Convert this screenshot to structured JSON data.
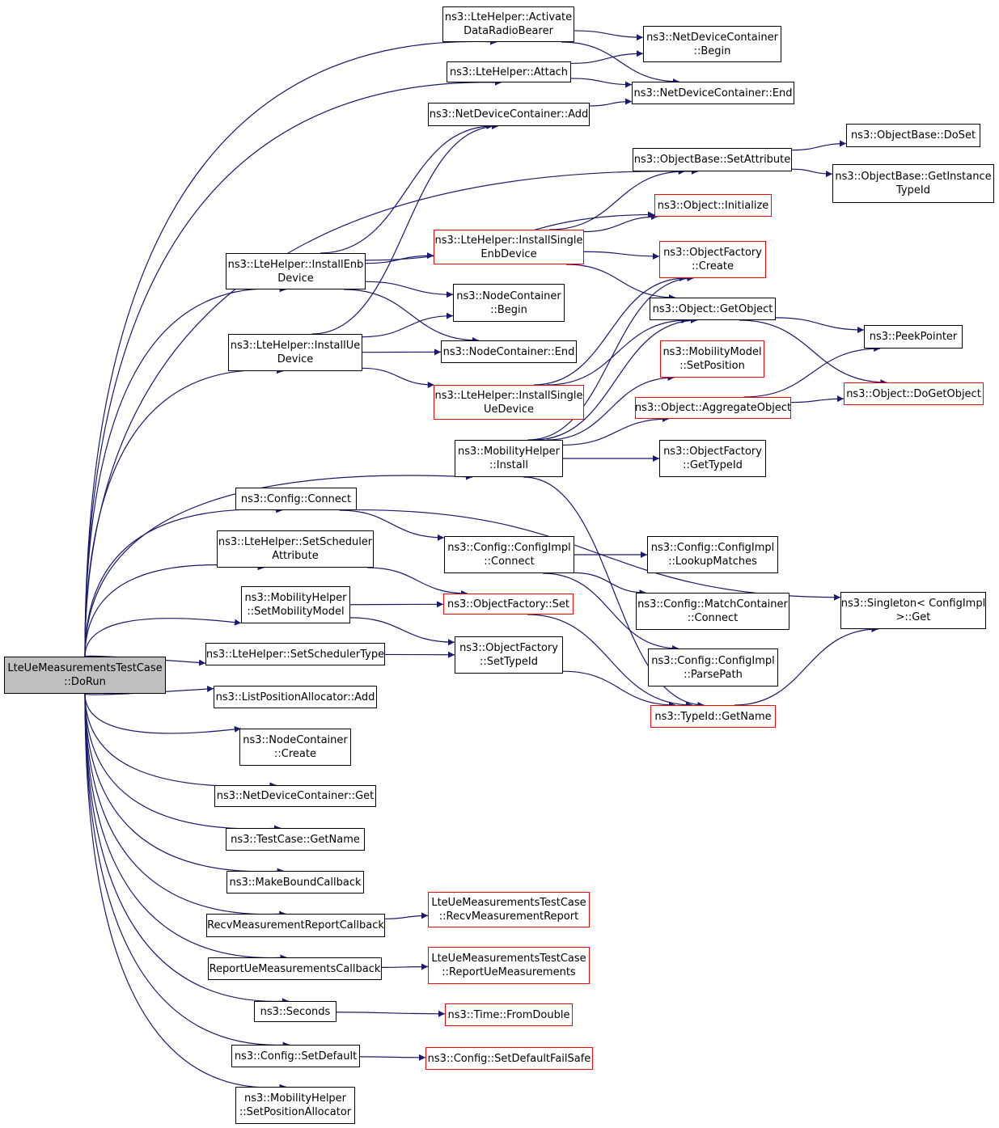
{
  "colors": {
    "edge": "#191970",
    "border": "#000000",
    "red_border": "#ff0000",
    "root_fill": "#bfbfbf"
  },
  "nodes": {
    "root": {
      "lines": [
        "LteUeMeasurementsTestCase",
        "::DoRun"
      ],
      "style": "root"
    },
    "activate": {
      "lines": [
        "ns3::LteHelper::Activate",
        "DataRadioBearer"
      ]
    },
    "attach": {
      "lines": [
        "ns3::LteHelper::Attach"
      ]
    },
    "ndc_add": {
      "lines": [
        "ns3::NetDeviceContainer::Add"
      ]
    },
    "ndc_begin": {
      "lines": [
        "ns3::NetDeviceContainer",
        "::Begin"
      ]
    },
    "ndc_end": {
      "lines": [
        "ns3::NetDeviceContainer::End"
      ]
    },
    "ob_setattr": {
      "lines": [
        "ns3::ObjectBase::SetAttribute"
      ]
    },
    "ob_doset": {
      "lines": [
        "ns3::ObjectBase::DoSet"
      ]
    },
    "ob_getinst": {
      "lines": [
        "ns3::ObjectBase::GetInstance",
        "TypeId"
      ]
    },
    "obj_init": {
      "lines": [
        "ns3::Object::Initialize"
      ],
      "style": "red"
    },
    "install_enb": {
      "lines": [
        "ns3::LteHelper::InstallEnb",
        "Device"
      ]
    },
    "install_single_enb": {
      "lines": [
        "ns3::LteHelper::InstallSingle",
        "EnbDevice"
      ],
      "style": "red"
    },
    "of_create": {
      "lines": [
        "ns3::ObjectFactory",
        "::Create"
      ],
      "style": "red"
    },
    "nc_begin": {
      "lines": [
        "ns3::NodeContainer",
        "::Begin"
      ]
    },
    "obj_getobject": {
      "lines": [
        "ns3::Object::GetObject"
      ]
    },
    "peek": {
      "lines": [
        "ns3::PeekPointer"
      ]
    },
    "install_ue": {
      "lines": [
        "ns3::LteHelper::InstallUe",
        "Device"
      ]
    },
    "nc_end": {
      "lines": [
        "ns3::NodeContainer::End"
      ]
    },
    "mm_setpos": {
      "lines": [
        "ns3::MobilityModel",
        "::SetPosition"
      ],
      "style": "red"
    },
    "install_single_ue": {
      "lines": [
        "ns3::LteHelper::InstallSingle",
        "UeDevice"
      ],
      "style": "red"
    },
    "obj_aggregate": {
      "lines": [
        "ns3::Object::AggregateObject"
      ],
      "style": "red"
    },
    "obj_dogetobject": {
      "lines": [
        "ns3::Object::DoGetObject"
      ],
      "style": "red"
    },
    "mh_install": {
      "lines": [
        "ns3::MobilityHelper",
        "::Install"
      ]
    },
    "of_gettypeid": {
      "lines": [
        "ns3::ObjectFactory",
        "::GetTypeId"
      ]
    },
    "config_connect": {
      "lines": [
        "ns3::Config::Connect"
      ]
    },
    "lte_setsched_attr": {
      "lines": [
        "ns3::LteHelper::SetScheduler",
        "Attribute"
      ]
    },
    "configimpl_connect": {
      "lines": [
        "ns3::Config::ConfigImpl",
        "::Connect"
      ]
    },
    "lookup_matches": {
      "lines": [
        "ns3::Config::ConfigImpl",
        "::LookupMatches"
      ]
    },
    "mh_setmobmodel": {
      "lines": [
        "ns3::MobilityHelper",
        "::SetMobilityModel"
      ]
    },
    "of_set": {
      "lines": [
        "ns3::ObjectFactory::Set"
      ],
      "style": "red"
    },
    "match_connect": {
      "lines": [
        "ns3::Config::MatchContainer",
        "::Connect"
      ]
    },
    "singleton_get": {
      "lines": [
        "ns3::Singleton< ConfigImpl",
        " >::Get"
      ]
    },
    "lte_setsched_type": {
      "lines": [
        "ns3::LteHelper::SetSchedulerType"
      ]
    },
    "of_settypeid": {
      "lines": [
        "ns3::ObjectFactory",
        "::SetTypeId"
      ]
    },
    "parse_path": {
      "lines": [
        "ns3::Config::ConfigImpl",
        "::ParsePath"
      ]
    },
    "lpa_add": {
      "lines": [
        "ns3::ListPositionAllocator::Add"
      ]
    },
    "typeid_getname": {
      "lines": [
        "ns3::TypeId::GetName"
      ],
      "style": "red"
    },
    "nc_create": {
      "lines": [
        "ns3::NodeContainer",
        "::Create"
      ]
    },
    "ndc_get": {
      "lines": [
        "ns3::NetDeviceContainer::Get"
      ]
    },
    "tc_getname": {
      "lines": [
        "ns3::TestCase::GetName"
      ]
    },
    "make_bound": {
      "lines": [
        "ns3::MakeBoundCallback"
      ]
    },
    "recv_cb": {
      "lines": [
        "RecvMeasurementReportCallback"
      ]
    },
    "recv_report": {
      "lines": [
        "LteUeMeasurementsTestCase",
        "::RecvMeasurementReport"
      ],
      "style": "red"
    },
    "report_cb": {
      "lines": [
        "ReportUeMeasurementsCallback"
      ]
    },
    "report_meas": {
      "lines": [
        "LteUeMeasurementsTestCase",
        "::ReportUeMeasurements"
      ],
      "style": "red"
    },
    "seconds": {
      "lines": [
        "ns3::Seconds"
      ]
    },
    "time_fromdouble": {
      "lines": [
        "ns3::Time::FromDouble"
      ],
      "style": "red"
    },
    "config_setdefault": {
      "lines": [
        "ns3::Config::SetDefault"
      ]
    },
    "config_setdefault_fs": {
      "lines": [
        "ns3::Config::SetDefaultFailSafe"
      ],
      "style": "red"
    },
    "mh_setposalloc": {
      "lines": [
        "ns3::MobilityHelper",
        "::SetPositionAllocator"
      ]
    }
  },
  "edges": [
    [
      "root",
      "activate"
    ],
    [
      "root",
      "attach"
    ],
    [
      "root",
      "ob_setattr"
    ],
    [
      "root",
      "install_enb"
    ],
    [
      "root",
      "install_ue"
    ],
    [
      "root",
      "mh_install"
    ],
    [
      "root",
      "config_connect"
    ],
    [
      "root",
      "lte_setsched_attr"
    ],
    [
      "root",
      "mh_setmobmodel"
    ],
    [
      "root",
      "lte_setsched_type"
    ],
    [
      "root",
      "lpa_add"
    ],
    [
      "root",
      "nc_create"
    ],
    [
      "root",
      "ndc_get"
    ],
    [
      "root",
      "tc_getname"
    ],
    [
      "root",
      "make_bound"
    ],
    [
      "root",
      "recv_cb"
    ],
    [
      "root",
      "report_cb"
    ],
    [
      "root",
      "seconds"
    ],
    [
      "root",
      "config_setdefault"
    ],
    [
      "root",
      "mh_setposalloc"
    ],
    [
      "activate",
      "ndc_begin"
    ],
    [
      "activate",
      "ndc_end"
    ],
    [
      "attach",
      "ndc_begin"
    ],
    [
      "attach",
      "ndc_end"
    ],
    [
      "ndc_add",
      "ndc_end"
    ],
    [
      "ob_setattr",
      "ob_doset"
    ],
    [
      "ob_setattr",
      "ob_getinst"
    ],
    [
      "install_enb",
      "ndc_add"
    ],
    [
      "install_enb",
      "obj_init"
    ],
    [
      "install_enb",
      "install_single_enb"
    ],
    [
      "install_enb",
      "nc_begin"
    ],
    [
      "install_enb",
      "nc_end"
    ],
    [
      "install_single_enb",
      "ob_setattr"
    ],
    [
      "install_single_enb",
      "obj_init"
    ],
    [
      "install_single_enb",
      "of_create"
    ],
    [
      "install_single_enb",
      "obj_getobject"
    ],
    [
      "install_ue",
      "ndc_add"
    ],
    [
      "install_ue",
      "nc_begin"
    ],
    [
      "install_ue",
      "nc_end"
    ],
    [
      "install_ue",
      "install_single_ue"
    ],
    [
      "install_single_ue",
      "of_create"
    ],
    [
      "install_single_ue",
      "obj_getobject"
    ],
    [
      "obj_getobject",
      "peek"
    ],
    [
      "obj_getobject",
      "obj_dogetobject"
    ],
    [
      "obj_aggregate",
      "peek"
    ],
    [
      "obj_aggregate",
      "obj_dogetobject"
    ],
    [
      "mh_install",
      "of_create"
    ],
    [
      "mh_install",
      "obj_getobject"
    ],
    [
      "mh_install",
      "mm_setpos"
    ],
    [
      "mh_install",
      "obj_aggregate"
    ],
    [
      "mh_install",
      "of_gettypeid"
    ],
    [
      "mh_install",
      "typeid_getname"
    ],
    [
      "config_connect",
      "configimpl_connect"
    ],
    [
      "config_connect",
      "singleton_get"
    ],
    [
      "configimpl_connect",
      "lookup_matches"
    ],
    [
      "configimpl_connect",
      "match_connect"
    ],
    [
      "configimpl_connect",
      "parse_path"
    ],
    [
      "lte_setsched_attr",
      "of_set"
    ],
    [
      "mh_setmobmodel",
      "of_set"
    ],
    [
      "mh_setmobmodel",
      "of_settypeid"
    ],
    [
      "lte_setsched_type",
      "of_settypeid"
    ],
    [
      "of_set",
      "typeid_getname"
    ],
    [
      "of_settypeid",
      "typeid_getname"
    ],
    [
      "typeid_getname",
      "singleton_get"
    ],
    [
      "recv_cb",
      "recv_report"
    ],
    [
      "report_cb",
      "report_meas"
    ],
    [
      "seconds",
      "time_fromdouble"
    ],
    [
      "config_setdefault",
      "config_setdefault_fs"
    ]
  ]
}
